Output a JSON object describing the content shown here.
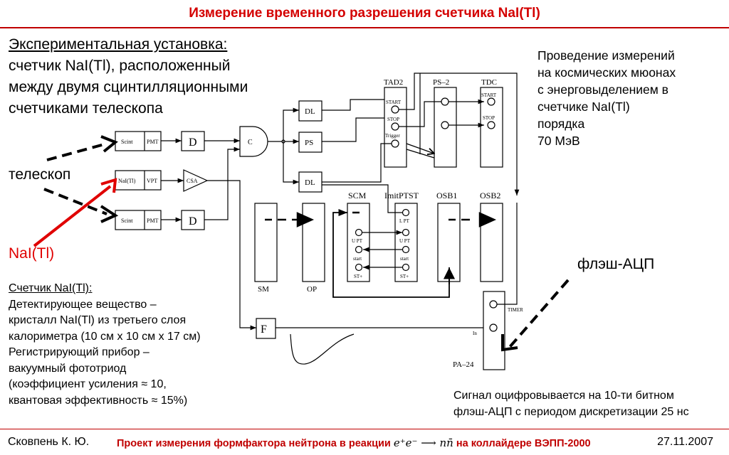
{
  "title": "Измерение временного разрешения счетчика NaI(Tl)",
  "setup": {
    "heading": "Экспериментальная установка:",
    "lines": [
      "счетчик NaI(Tl), расположенный",
      "между двумя сцинтилляционными",
      "счетчиками телескопа"
    ]
  },
  "measurement_note": [
    "Проведение измерений",
    "на космических мюонах",
    "с энерговыделением в",
    "счетчике NaI(Tl)",
    "порядка",
    "70 МэВ"
  ],
  "labels": {
    "telescope": "телескоп",
    "nai": "NaI(Tl)",
    "flash_adc": "флэш-АЦП"
  },
  "counter": {
    "heading": "Счетчик NaI(Tl):",
    "lines": [
      "Детектирующее вещество –",
      "кристалл NaI(Tl) из третьего слоя",
      "калориметра (10 см х 10 см х 17 см)",
      "Регистрирующий прибор –",
      "вакуумный фототриод",
      "(коэффициент усиления ≈ 10,",
      "квантовая эффективность ≈ 15%)"
    ]
  },
  "adc_note": [
    "Сигнал оцифровывается на 10-ти битном",
    "флэш-АЦП с периодом дискретизации 25 нс"
  ],
  "diagram": {
    "scint_top": "Scint",
    "pmt_top": "PMT",
    "d_top": "D",
    "nai_box": "NaI(Tl)",
    "vpt": "VPT",
    "csa": "CSA",
    "scint_bot": "Scint",
    "pmt_bot": "PMT",
    "d_bot": "D",
    "c": "C",
    "dl1": "DL",
    "ps": "PS",
    "dl2": "DL",
    "f": "F",
    "tad2": "TAD2",
    "tad2_start": "START",
    "tad2_stop": "STOP",
    "tad2_trigger": "Trigger",
    "ps2": "PS–2",
    "tdc": "TDC",
    "tdc_start": "START",
    "tdc_stop": "STOP",
    "scm": "SCM",
    "imitptst": "ImitPTST",
    "osb1": "OSB1",
    "osb2": "OSB2",
    "scm_upt": "U PT",
    "scm_start": "start",
    "scm_st": "ST+",
    "imit_lpt": "L PT",
    "imit_upt": "U PT",
    "imit_start": "start",
    "imit_st": "ST+",
    "sm": "SM",
    "op": "OP",
    "pa24": "PA–24",
    "timer": "TIMER",
    "in": "In"
  },
  "footer": {
    "author": "Сковпень К. Ю.",
    "project_before": "Проект измерения формфактора нейтрона в реакции",
    "formula": "e⁺e⁻ ⟶ nn̄",
    "project_after": "на коллайдере ВЭПП-2000",
    "date": "27.11.2007"
  },
  "colors": {
    "title": "#d40000",
    "rule": "#c00000",
    "arrow_red": "#e00000"
  }
}
